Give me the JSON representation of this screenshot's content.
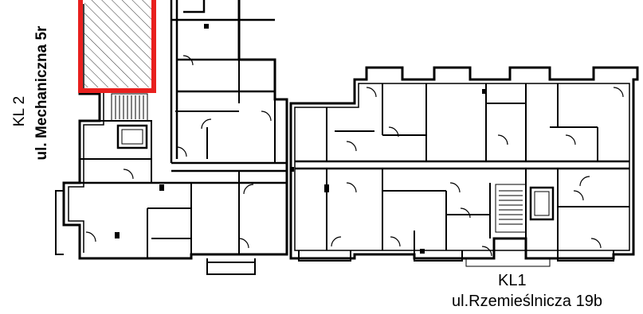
{
  "labels": {
    "left_entrance_code": "KL 2",
    "left_street": "ul. Mechaniczna 5r",
    "bottom_entrance_code": "KL1",
    "bottom_street": "ul.Rzemieślnicza 19b"
  },
  "highlight": {
    "color": "#e8201e",
    "meaning": "selected unit"
  },
  "colors": {
    "wall": "#000000",
    "wall_fill": "#ffffff",
    "highlight_outline": "#e8201e"
  }
}
